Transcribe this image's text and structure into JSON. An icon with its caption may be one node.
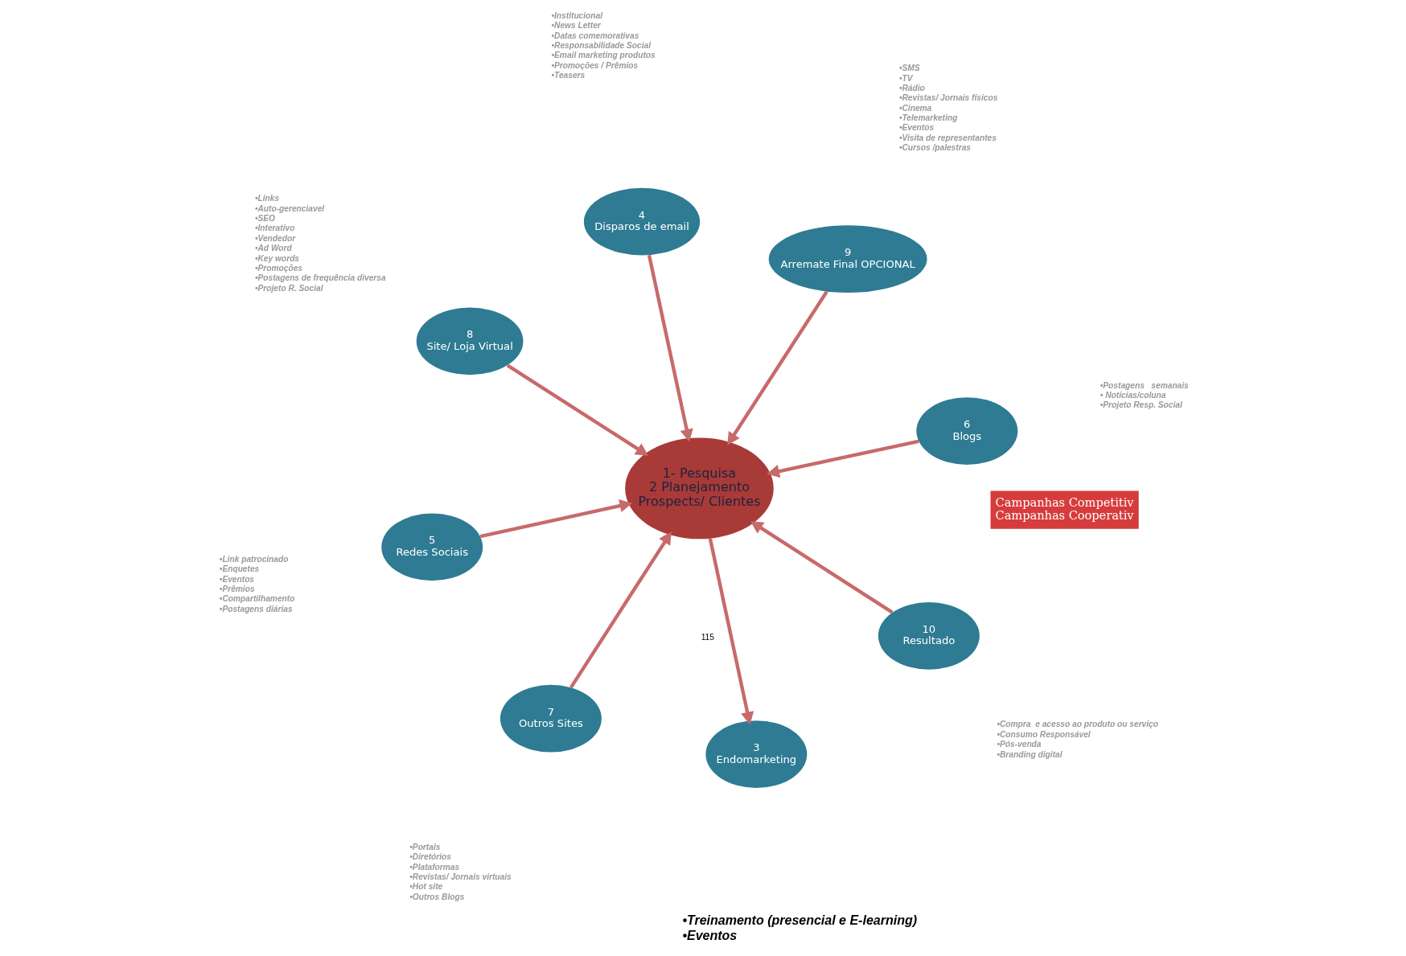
{
  "diagram": {
    "nodes": [
      {
        "text": [
          "1- Pesquisa",
          "2 Planejamento",
          "Prospects/ Clientes"
        ]
      },
      {
        "text": [
          "3",
          "Endomarketing"
        ],
        "beside": [
          "•Treinamento (presencial e E-learning)",
          "•Eventos"
        ]
      },
      {
        "text": [
          "4",
          "Disparos de email"
        ],
        "beside": [
          "•Institucional",
          "•News Letter",
          "•Datas comemorativas",
          "•Responsabilidade Social",
          "•Email marketing produtos",
          "•Promoções / Prêmios",
          "•Teasers"
        ]
      },
      {
        "text": [
          "5",
          "Redes Sociais"
        ],
        "beside": [
          "•Link patrocinado",
          "•Enquetes",
          "•Eventos",
          "•Prêmios",
          "•Compartilhamento",
          "•Postagens diárias"
        ]
      },
      {
        "text": [
          "6",
          "Blogs"
        ],
        "beside": [
          "•Postagens   semanais",
          "• Notícias/coluna",
          "•Projeto Resp. Social"
        ]
      },
      {
        "text": [
          "7",
          "Outros Sites"
        ],
        "beside": [
          "•Portais",
          "•Diretórios",
          "•Plataformas",
          "•Revistas/ Jornais virtuais",
          "•Hot site",
          "•Outros Blogs"
        ]
      },
      {
        "text": [
          "8",
          "Site/ Loja Virtual"
        ],
        "beside": [
          "•Links",
          "•Auto-gerenciavel",
          "•SEO",
          "•Interativo",
          "•Vendedor",
          "•Ad Word",
          "•Key words",
          "•Promoções",
          "•Postagens de frequência diversa",
          "•Projeto R. Social"
        ]
      },
      {
        "text": [
          "9",
          "Arremate Final OPCIONAL"
        ],
        "beside": [
          "•SMS",
          "•TV",
          "•Rádio",
          "•Revistas/ Jornais físicos",
          "•Cinema",
          "•Telemarketing",
          "•Eventos",
          "•Visita de representantes",
          "•Cursos /palestras"
        ]
      },
      {
        "text": [
          "10",
          "Resultado"
        ],
        "beside": [
          "•Compra  e acesso ao produto ou serviço",
          "•Consumo Responsável",
          "•Pós-venda",
          "•Branding digital"
        ]
      },
      {
        "text": [
          "Campanhas Competitiv",
          "Campanhas Cooperativ"
        ]
      }
    ],
    "edges": [
      {
        "from": 0,
        "to": 1,
        "arrow": "to"
      },
      {
        "from": 2,
        "to": 0,
        "arrow": "to"
      },
      {
        "from": 3,
        "to": 0,
        "arrow": "to"
      },
      {
        "from": 4,
        "to": 0,
        "arrow": "to"
      },
      {
        "from": 5,
        "to": 0,
        "arrow": "to"
      },
      {
        "from": 6,
        "to": 0,
        "arrow": "to"
      },
      {
        "from": 7,
        "to": 0,
        "arrow": "to"
      },
      {
        "from": 8,
        "to": 0,
        "arrow": "to"
      }
    ],
    "labels": [
      "115"
    ]
  }
}
